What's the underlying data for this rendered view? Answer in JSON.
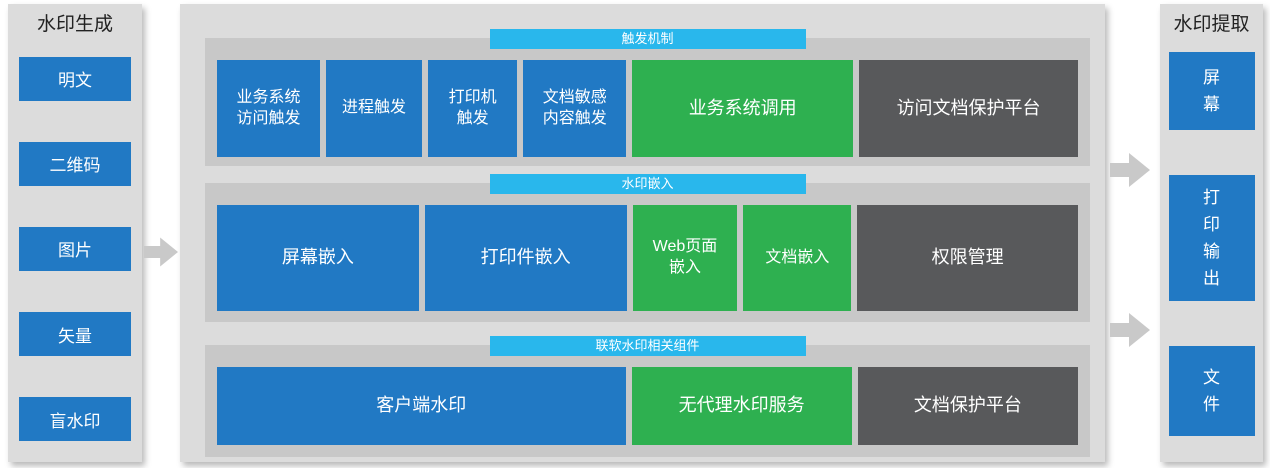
{
  "colors": {
    "blue": "#2179c4",
    "green": "#2eb050",
    "dark_gray": "#58595b",
    "cyan_header": "#29b7ec",
    "panel_bg": "#dcdcdc",
    "container_bg": "#c8c8c8",
    "arrow": "#c9c9c9"
  },
  "left_panel": {
    "title": "水印生成",
    "items": [
      {
        "label": "明文"
      },
      {
        "label": "二维码"
      },
      {
        "label": "图片"
      },
      {
        "label": "矢量"
      },
      {
        "label": "盲水印"
      }
    ]
  },
  "middle": {
    "rows": [
      {
        "header": "触发机制",
        "boxes": [
          {
            "label": [
              "业务系统",
              "访问触发"
            ],
            "color": "blue"
          },
          {
            "label": "进程触发",
            "color": "blue"
          },
          {
            "label": [
              "打印机",
              "触发"
            ],
            "color": "blue"
          },
          {
            "label": [
              "文档敏感",
              "内容触发"
            ],
            "color": "blue"
          },
          {
            "label": "业务系统调用",
            "color": "green"
          },
          {
            "label": "访问文档保护平台",
            "color": "dark"
          }
        ]
      },
      {
        "header": "水印嵌入",
        "boxes": [
          {
            "label": "屏幕嵌入",
            "color": "blue"
          },
          {
            "label": "打印件嵌入",
            "color": "blue"
          },
          {
            "label": [
              "Web页面",
              "嵌入"
            ],
            "color": "green"
          },
          {
            "label": "文档嵌入",
            "color": "green"
          },
          {
            "label": "权限管理",
            "color": "dark"
          }
        ]
      },
      {
        "header": "联软水印相关组件",
        "boxes": [
          {
            "label": "客户端水印",
            "color": "blue"
          },
          {
            "label": "无代理水印服务",
            "color": "green"
          },
          {
            "label": "文档保护平台",
            "color": "dark"
          }
        ]
      }
    ]
  },
  "right_panel": {
    "title": "水印提取",
    "items": [
      {
        "label": [
          "屏",
          "幕"
        ]
      },
      {
        "label": [
          "打",
          "印",
          "输",
          "出"
        ]
      },
      {
        "label": [
          "文",
          "件"
        ]
      }
    ]
  }
}
